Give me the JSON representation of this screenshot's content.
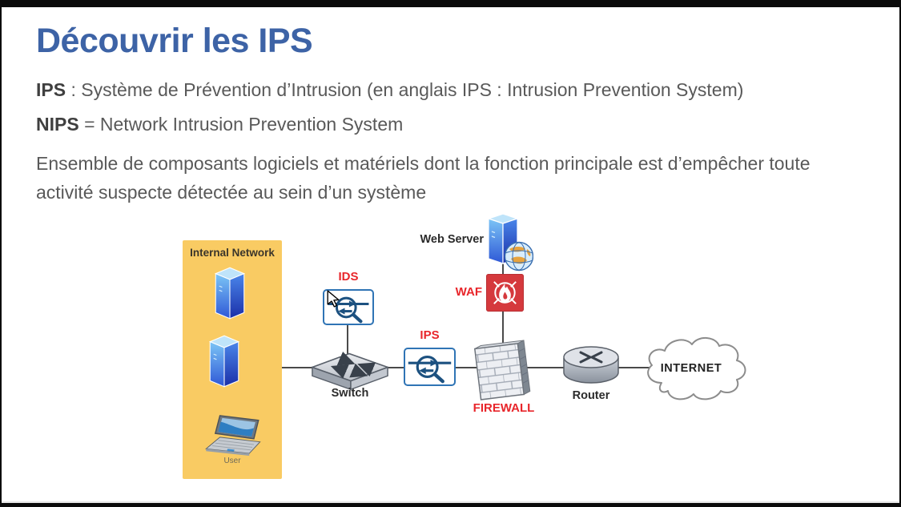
{
  "slide": {
    "title": "Découvrir les IPS",
    "definitions": [
      {
        "term": "IPS",
        "rest": " : Système de Prévention d’Intrusion (en anglais IPS : Intrusion Prevention System)"
      },
      {
        "term": "NIPS",
        "rest": " = Network Intrusion Prevention System"
      }
    ],
    "paragraph": "Ensemble de composants logiciels et matériels dont la fonction principale est d’empêcher toute activité suspecte détectée au sein d’un système"
  },
  "diagram": {
    "internal_network_label": "Internal Network",
    "user_label": "User",
    "ids_label": "IDS",
    "ips_label": "IPS",
    "switch_label": "Switch",
    "web_server_label": "Web Server",
    "waf_label": "WAF",
    "firewall_label": "FIREWALL",
    "router_label": "Router",
    "internet_label": "INTERNET"
  },
  "colors": {
    "title_blue": "#3D63A6",
    "body_gray": "#595959",
    "label_red": "#E8262B",
    "internal_network_bg": "#F9CB63",
    "waf_red": "#D5393D",
    "icon_navy": "#1C5180",
    "inspector_border_blue": "#2F74B5",
    "connector_gray": "#4a4a4a"
  }
}
